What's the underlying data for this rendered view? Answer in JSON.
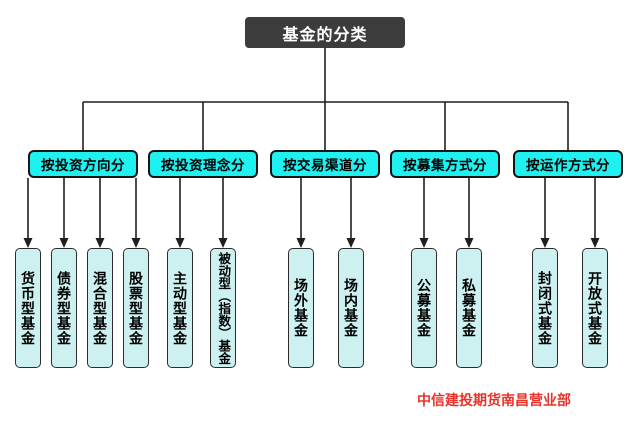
{
  "title": "基金的分类",
  "footer": "中信建投期货南昌营业部",
  "groups": [
    {
      "label": "按投资方向分",
      "children": [
        "货币型基金",
        "债券型基金",
        "混合型基金",
        "股票型基金"
      ]
    },
    {
      "label": "按投资理念分",
      "children": [
        "主动型基金",
        "被动型（指数）基金"
      ]
    },
    {
      "label": "按交易渠道分",
      "children": [
        "场外基金",
        "场内基金"
      ]
    },
    {
      "label": "按募集方式分",
      "children": [
        "公募基金",
        "私募基金"
      ]
    },
    {
      "label": "按运作方式分",
      "children": [
        "封闭式基金",
        "开放式基金"
      ]
    }
  ],
  "colors": {
    "category_fill": "#1ff0f0",
    "leaf_fill": "#cdf1f1",
    "root_fill": "#3c3c3c",
    "connector": "#1f1f1f",
    "footer_text": "#e8332b"
  }
}
